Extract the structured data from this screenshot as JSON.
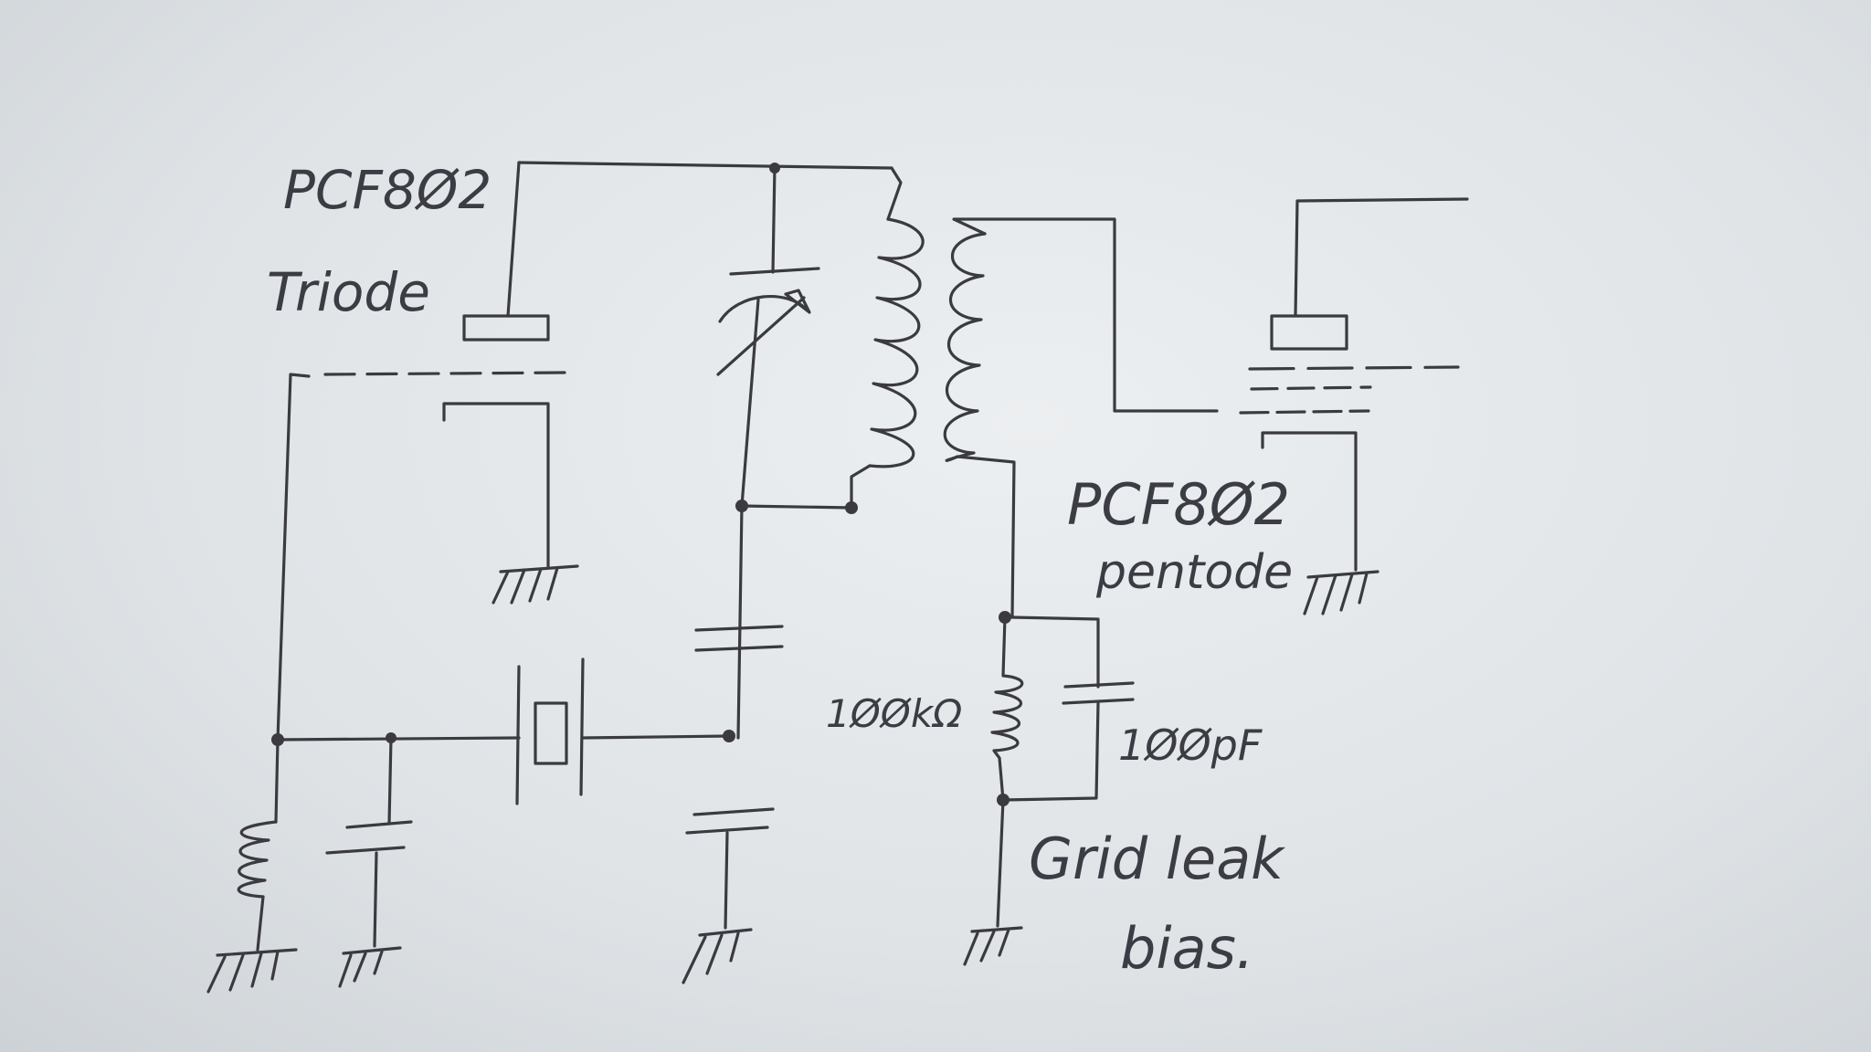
{
  "diagram": {
    "labels": {
      "triode_tube": "PCF8Ø2",
      "triode_type": "Triode",
      "pentode_tube": "PCF8Ø2",
      "pentode_type": "pentode",
      "resistor_value": "1ØØkΩ",
      "capacitor_value": "1ØØpF",
      "note_line1": "Grid leak",
      "note_line2": "bias."
    },
    "colors": {
      "ink": "#3a3a40",
      "paper": "#e6e9eb"
    }
  }
}
